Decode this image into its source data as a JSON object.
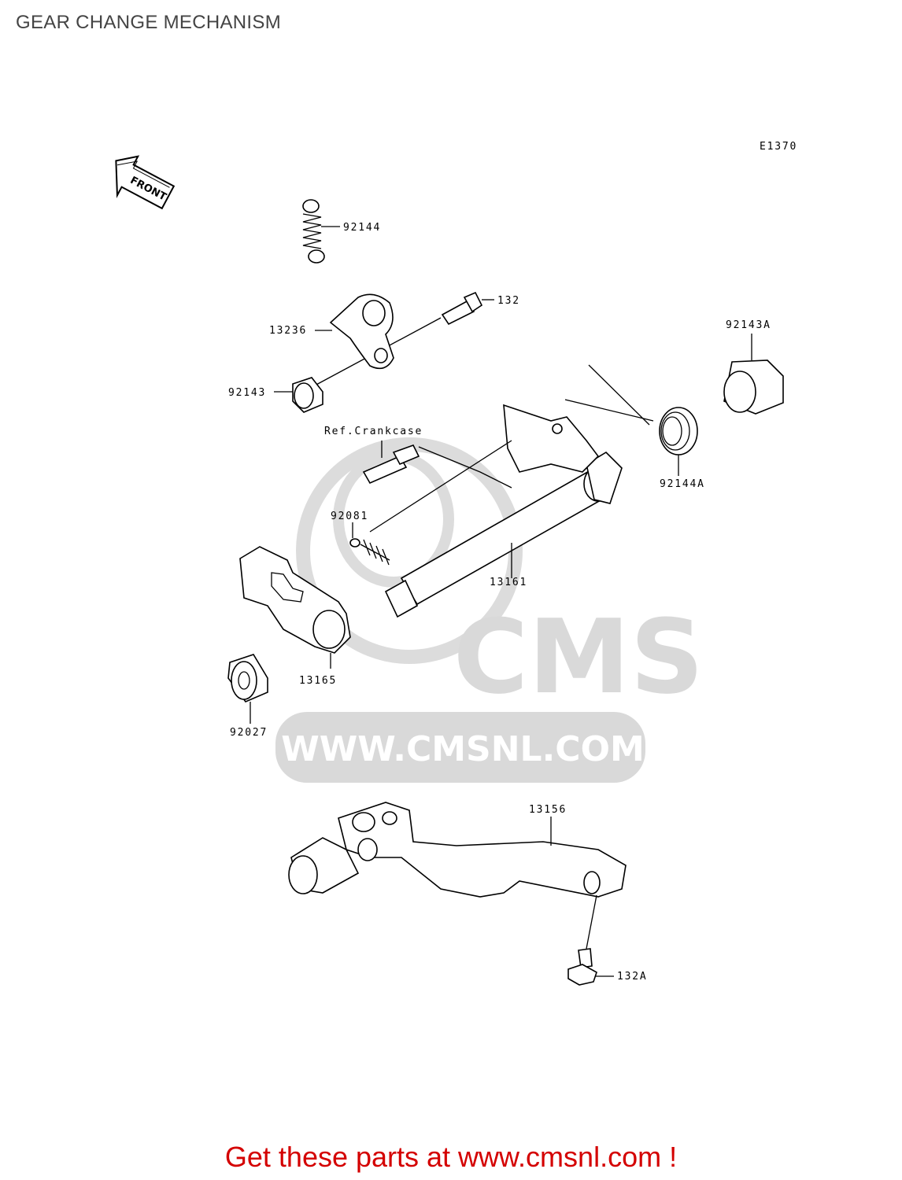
{
  "title": "GEAR CHANGE MECHANISM",
  "diagram_id": "E1370",
  "front_arrow_label": "FRONT",
  "watermark": {
    "logo_text": "CMS",
    "url_text": "WWW.CMSNL.COM"
  },
  "callouts": {
    "c92144": "92144",
    "c132": "132",
    "c13236": "13236",
    "c92143": "92143",
    "c92143A": "92143A",
    "ref_crankcase": "Ref.Crankcase",
    "c92144A": "92144A",
    "c92081": "92081",
    "c13161": "13161",
    "c13165": "13165",
    "c92027": "92027",
    "c13156": "13156",
    "c132A": "132A"
  },
  "footer_text": "Get these parts at www.cmsnl.com !"
}
